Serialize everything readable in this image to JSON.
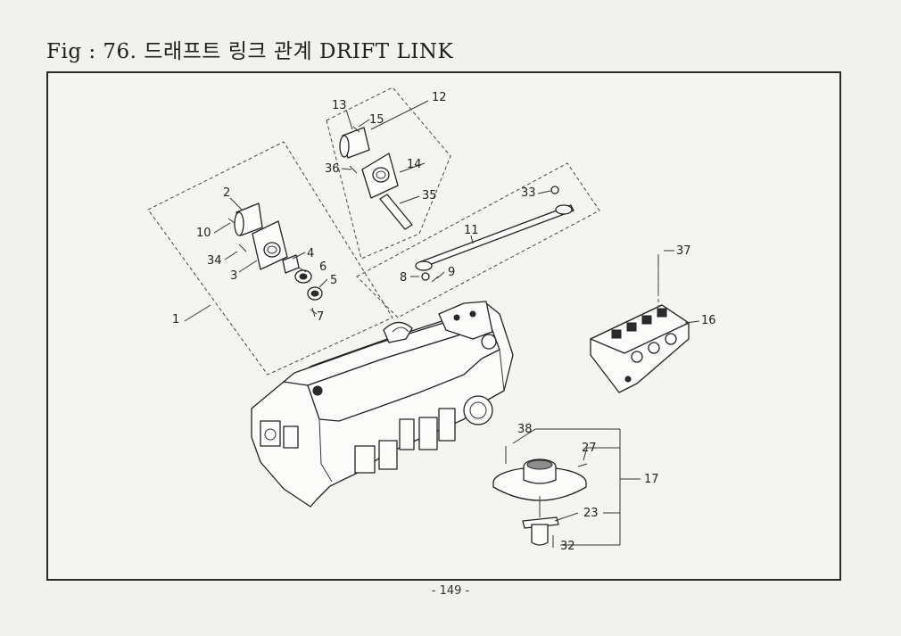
{
  "header": {
    "title": "Fig : 76. 드래프트 링크 관계 DRIFT LINK"
  },
  "footer": {
    "page_number": "- 149 -"
  },
  "callouts": [
    "1",
    "2",
    "3",
    "4",
    "5",
    "6",
    "7",
    "8",
    "9",
    "10",
    "11",
    "12",
    "13",
    "14",
    "15",
    "16",
    "17",
    "23",
    "27",
    "32",
    "33",
    "34",
    "35",
    "36",
    "37",
    "38"
  ]
}
